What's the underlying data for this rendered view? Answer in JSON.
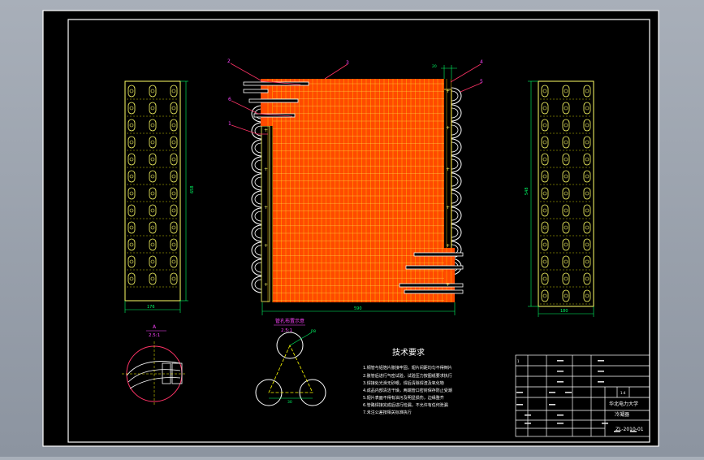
{
  "colors": {
    "background": "#000000",
    "frame": "#ffffff",
    "coil": "#ff4a00",
    "fin_line": "#ffc400",
    "outline": "#ffff66",
    "tube": "#ffffff",
    "dimension": "#00ff66",
    "leader": "#ff3366",
    "callout": "#ff44ff",
    "hidden": "#ffff00"
  },
  "balloons": [
    "2",
    "3",
    "4",
    "5",
    "6",
    "1"
  ],
  "dimensions": {
    "side_width": "176",
    "side_height": "658",
    "main_width": "590",
    "top_small": "20",
    "right_width": "180",
    "right_height": "548",
    "triangle_side": "30",
    "triangle_radius": "R8"
  },
  "detail_views": {
    "detail_label": "A",
    "detail_scale": "2.5:1",
    "pattern_label": "管孔布置示意",
    "pattern_scale": "2.5:1"
  },
  "tech": {
    "title": "技术要求",
    "lines": [
      "1.铜管与铝箔片胀接牢固，翅片间距均匀不得倒片",
      "2.胀管后进行气密试验，试验压力按图纸要求执行",
      "3.焊接处光滑无砂眼，焊后清除焊渣及氧化物",
      "4.成品内部清洁干燥，两端管口密封保存防止受潮",
      "5.翅片表面不得有油污及明显损伤，边缘整齐",
      "6.管路焊接完成后进行检漏，不允许有任何泄漏",
      "7.未注公差按相关标准执行"
    ]
  },
  "title_block": {
    "school": "华北电力大学",
    "part_name": "冷凝器",
    "drawing_no": "ZL-2010-01",
    "material_cell": "1",
    "scale_cell": "1:4"
  }
}
